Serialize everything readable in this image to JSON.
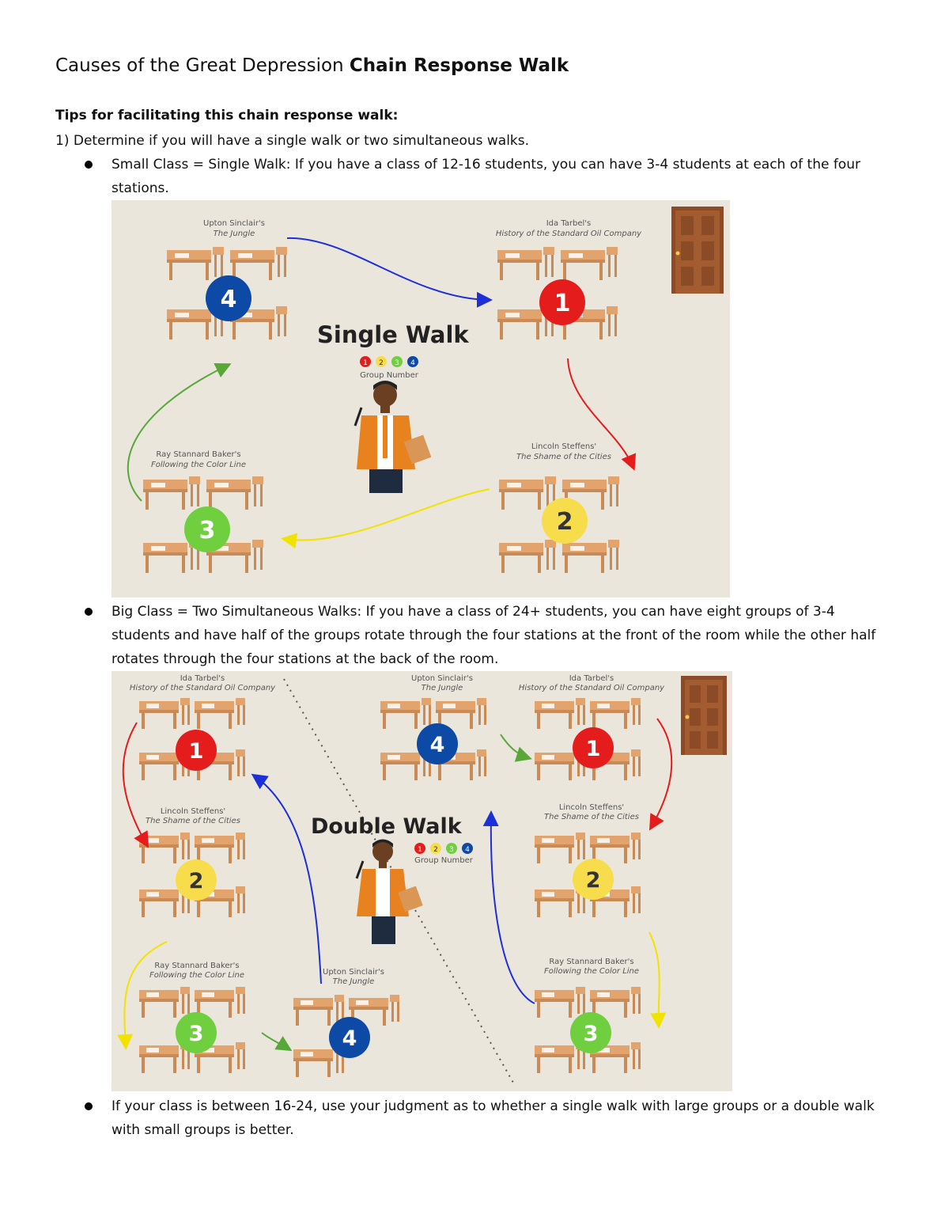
{
  "title": {
    "normal": "Causes of the Great Depression ",
    "bold": "Chain Response Walk"
  },
  "tips_heading": "Tips for facilitating this chain response walk:",
  "step1": "1) Determine if you will have a single walk or two simultaneous walks.",
  "bullet1": {
    "lead": "Small Class = Single Walk:",
    "text": " If you have a class of 12-16 students, you can have 3-4 students at each of the four stations."
  },
  "bullet2": {
    "lead": "Big Class = Two Simultaneous Walks:",
    "text": " If you have a class of 24+ students, you can have eight groups of 3-4 students and have half of the groups rotate through the four stations at the front of the room while the other half rotates through the four stations at the back of the room."
  },
  "bullet3": "If your class is between 16-24, use your judgment as to whether a single walk with large groups or a double walk with small groups is better.",
  "single_walk": {
    "title": "Single Walk",
    "legend_label": "Group Number",
    "legend_numbers": [
      "1",
      "2",
      "3",
      "4"
    ],
    "stations": [
      {
        "number": "4",
        "author": "Upton Sinclair's",
        "work": "The Jungle"
      },
      {
        "number": "1",
        "author": "Ida Tarbel's",
        "work": "History of the Standard Oil Company"
      },
      {
        "number": "2",
        "author": "Lincoln Steffens'",
        "work": "The Shame of the Cities"
      },
      {
        "number": "3",
        "author": "Ray Stannard Baker's",
        "work": "Following the Color Line"
      }
    ]
  },
  "double_walk": {
    "title": "Double Walk",
    "legend_label": "Group Number",
    "legend_numbers": [
      "1",
      "2",
      "3",
      "4"
    ],
    "left_stations": [
      {
        "number": "1",
        "author": "Ida Tarbel's",
        "work": "History of the Standard Oil Company"
      },
      {
        "number": "2",
        "author": "Lincoln Steffens'",
        "work": "The Shame of the Cities"
      },
      {
        "number": "3",
        "author": "Ray Stannard Baker's",
        "work": "Following the Color Line"
      },
      {
        "number": "4",
        "author": "Upton Sinclair's",
        "work": "The Jungle"
      }
    ],
    "right_stations": [
      {
        "number": "4",
        "author": "Upton Sinclair's",
        "work": "The Jungle"
      },
      {
        "number": "1",
        "author": "Ida Tarbel's",
        "work": "History of the Standard Oil Company"
      },
      {
        "number": "2",
        "author": "Lincoln Steffens'",
        "work": "The Shame of the Cities"
      },
      {
        "number": "3",
        "author": "Ray Stannard Baker's",
        "work": "Following the Color Line"
      }
    ]
  },
  "colors": {
    "group1": "#e51c1c",
    "group2": "#f7dd4c",
    "group3": "#6fcf3f",
    "group4": "#0c4aa6",
    "desk": "#e2a36c",
    "background": "#eae6dc",
    "door": "#8a4b26"
  }
}
